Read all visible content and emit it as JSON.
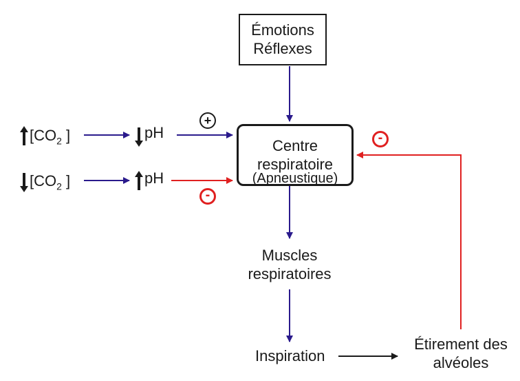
{
  "colors": {
    "blue_arrow": "#2a1a8c",
    "red_arrow": "#e02020",
    "black_arrow": "#1a1a1a"
  },
  "nodes": {
    "emotions_line1": "Émotions",
    "emotions_line2": "Réflexes",
    "centre_line1": "Centre",
    "centre_line2": "respiratoire",
    "centre_line3": "(Apneustique)",
    "co2_up": "[CO",
    "co2_up_sub": "2",
    "co2_up_close": " ]",
    "co2_down": "[CO",
    "co2_down_sub": "2",
    "co2_down_close": " ]",
    "ph_down": "pH",
    "ph_up": "pH",
    "muscles_line1": "Muscles",
    "muscles_line2": "respiratoires",
    "inspiration": "Inspiration",
    "etirement_line1": "Étirement des",
    "etirement_line2": "alvéoles"
  },
  "signs": {
    "plus": "+",
    "minus_ph": "-",
    "minus_etirement": "-"
  },
  "icons": {
    "up_arrow": "up-arrow-icon",
    "down_arrow": "down-arrow-icon"
  }
}
